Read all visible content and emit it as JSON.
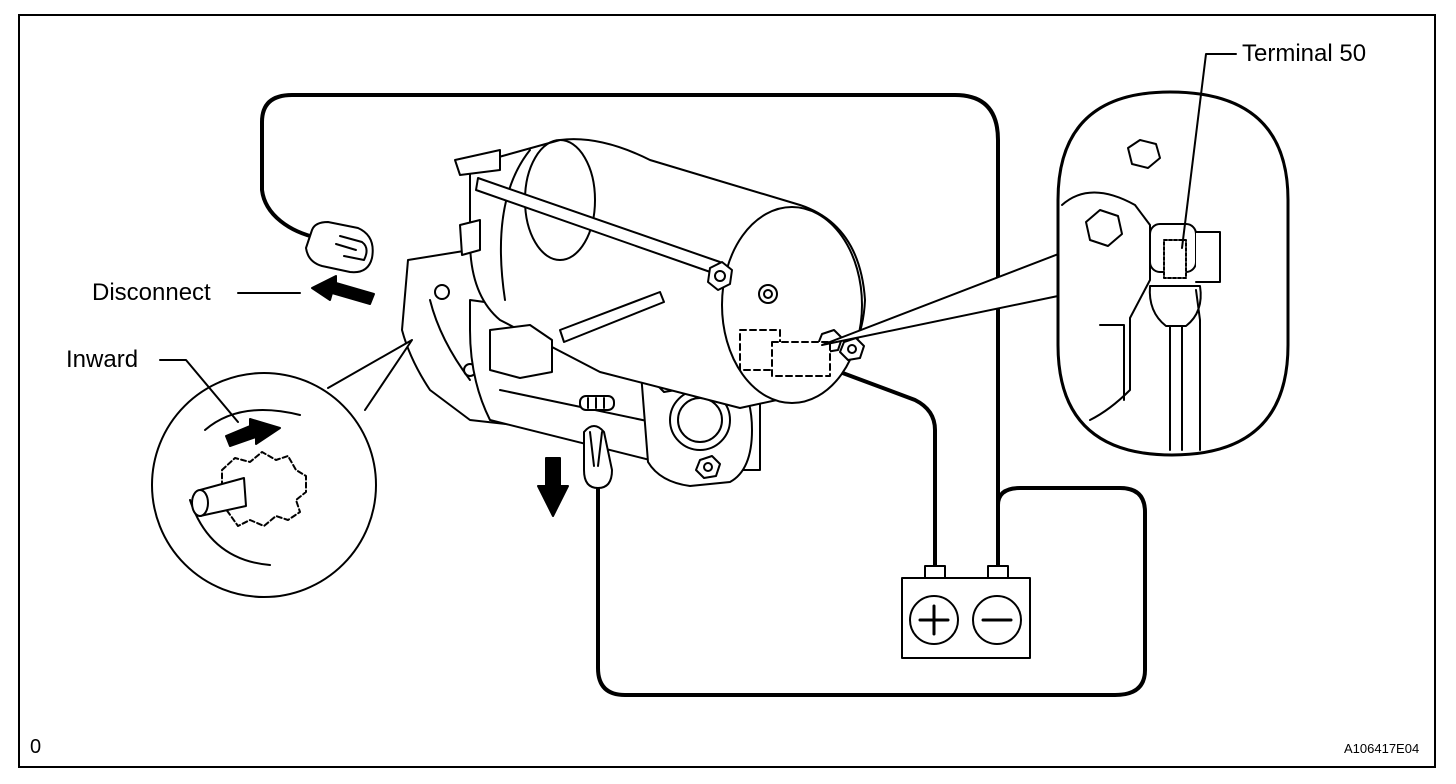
{
  "labels": {
    "terminal": "Terminal 50",
    "disconnect": "Disconnect",
    "inward": "Inward"
  },
  "footer": {
    "left_mark": "0",
    "figure_code": "A106417E04"
  },
  "battery": {
    "plus_symbol": "+",
    "minus_symbol": "−"
  }
}
